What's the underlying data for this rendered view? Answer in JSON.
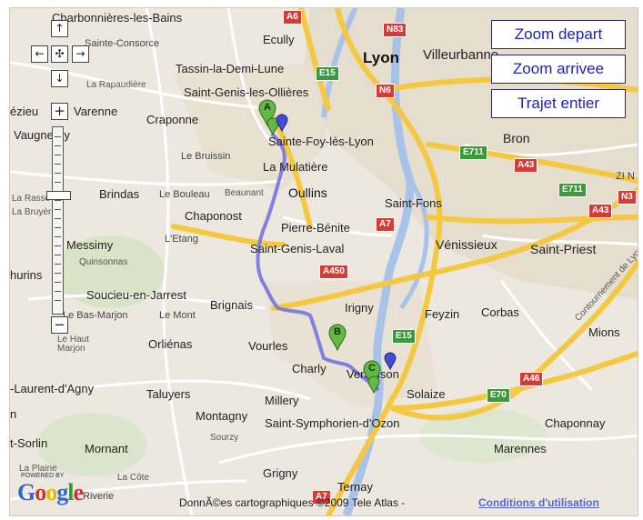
{
  "buttons": {
    "zoom_depart": "Zoom depart",
    "zoom_arrivee": "Zoom arrivee",
    "trajet_entier": "Trajet entier"
  },
  "controls": {
    "pan_up": "↑",
    "pan_left": "←",
    "pan_center": "✣",
    "pan_right": "→",
    "pan_down": "↓",
    "zoom_in": "+",
    "zoom_out": "−"
  },
  "markers": {
    "a": "A",
    "b": "B",
    "c": "C"
  },
  "places": {
    "charbonnieres": "Charbonnières-les-Bains",
    "ecully": "Ecully",
    "sainte_consorce": "Sainte-Consorce",
    "tassin": "Tassin-la-Demi-Lune",
    "la_rapaudiere": "La Rapaudière",
    "saint_genis_ollieres": "Saint-Genis-les-Ollières",
    "vaugneray": "Vaugneray",
    "varenne": "Varenne",
    "vaugneray_left": "ézieu",
    "craponne": "Craponne",
    "sainte_foy": "Sainte-Foy-lès-Lyon",
    "le_bruissin": "Le Bruissin",
    "la_mulatiere": "La Mulatière",
    "brindas": "Brindas",
    "le_bouleau": "Le Bouleau",
    "beaunant": "Beaunant",
    "oullins": "Oullins",
    "chaponost": "Chaponost",
    "pierre_benite": "Pierre-Bénite",
    "l_etang": "L'Etang",
    "saint_genis_laval": "Saint-Genis-Laval",
    "messimy": "Messimy",
    "quinsonnas": "Quinsonnas",
    "thurins": "hurins",
    "soucieu": "Soucieu-en-Jarrest",
    "brignais": "Brignais",
    "irigny": "Irigny",
    "le_bas_marjon": "Le Bas-Marjon",
    "le_mont": "Le Mont",
    "le_haut_marjon": "Le Haut Marjon",
    "orlienas": "Orliénas",
    "vourles": "Vourles",
    "charly": "Charly",
    "vernaison": "Vernaison",
    "solaize": "Solaize",
    "feyzin": "Feyzin",
    "corbas": "Corbas",
    "mions": "Mions",
    "laurent_agny": "-Laurent-d'Agny",
    "taluyers": "Taluyers",
    "millery": "Millery",
    "montagny": "Montagny",
    "sourzy": "Sourzy",
    "saint_symphorien": "Saint-Symphorien-d'Ozon",
    "chaponnay": "Chaponnay",
    "t_sorlin": "t-Sorlin",
    "mornant": "Mornant",
    "marennes": "Marennes",
    "la_plaine": "La Plaine",
    "la_cote": "La Côte",
    "grigny": "Grigny",
    "ternay": "Ternay",
    "riverie": "Riverie",
    "lyon": "Lyon",
    "villeurbanne": "Villeurbanne",
    "bron": "Bron",
    "saint_fons": "Saint-Fons",
    "venissieux": "Vénissieux",
    "saint_priest": "Saint-Priest",
    "contournement": "Contournement de Lyon",
    "zi": "ZI N",
    "la_rasse": "La Rasse",
    "la_bruyere": "La Bruyère",
    "le_n": "n"
  },
  "shields": {
    "a6": "A6",
    "n83": "N83",
    "e15": "E15",
    "n6": "N6",
    "e711a": "E711",
    "a43a": "A43",
    "e711b": "E711",
    "a43b": "A43",
    "n3": "N3",
    "a7a": "A7",
    "a450": "A450",
    "e15b": "E15",
    "e70": "E70",
    "a46": "A46",
    "a7b": "A7"
  },
  "footer": {
    "powered_by": "POWERED BY",
    "google": "Google",
    "copyright": "DonnÃ©es cartographiques ©2009 Tele Atlas -",
    "terms": "Conditions d'utilisation"
  },
  "colors": {
    "route": "#6f6fe0",
    "major_road": "#f5c842",
    "secondary_road": "#ffffff",
    "river": "#a9c3e8",
    "urban": "#e6dfcf",
    "marker": "#65b845"
  }
}
